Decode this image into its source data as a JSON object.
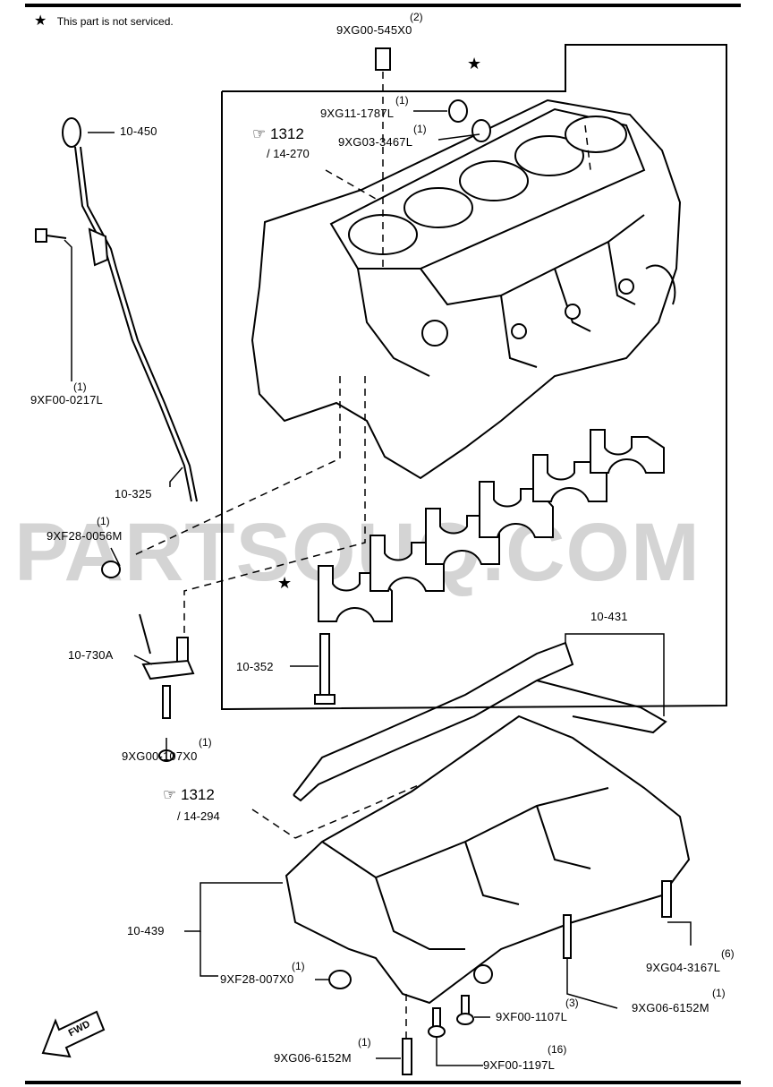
{
  "note": {
    "symbol": "★",
    "text": "This part is not serviced."
  },
  "watermark": "PARTSOUQ.COM",
  "star_symbol": "★",
  "refs": [
    {
      "id": "ref-upper",
      "number": "1312",
      "page": "/ 14-270"
    },
    {
      "id": "ref-lower",
      "number": "1312",
      "page": "/ 14-294"
    }
  ],
  "parts": [
    {
      "id": "9xg00-545x0",
      "qty": "(2)",
      "code": "9XG00-545X0"
    },
    {
      "id": "9xg11-1787l",
      "qty": "(1)",
      "code": "9XG11-1787L"
    },
    {
      "id": "9xg03-3467l",
      "qty": "(1)",
      "code": "9XG03-3467L"
    },
    {
      "id": "10-450",
      "qty": "",
      "code": "10-450"
    },
    {
      "id": "9xf00-0217l",
      "qty": "(1)",
      "code": "9XF00-0217L"
    },
    {
      "id": "10-325",
      "qty": "",
      "code": "10-325"
    },
    {
      "id": "9xf28-0056m",
      "qty": "(1)",
      "code": "9XF28-0056M"
    },
    {
      "id": "10-730a",
      "qty": "",
      "code": "10-730A"
    },
    {
      "id": "10-352",
      "qty": "",
      "code": "10-352"
    },
    {
      "id": "10-431",
      "qty": "",
      "code": "10-431"
    },
    {
      "id": "9xg00-107x0",
      "qty": "(1)",
      "code": "9XG00-107X0"
    },
    {
      "id": "10-439",
      "qty": "",
      "code": "10-439"
    },
    {
      "id": "9xf28-007x0",
      "qty": "(1)",
      "code": "9XF28-007X0"
    },
    {
      "id": "9xg04-3167l",
      "qty": "(6)",
      "code": "9XG04-3167L"
    },
    {
      "id": "9xg06-6152m-a",
      "qty": "(1)",
      "code": "9XG06-6152M"
    },
    {
      "id": "9xf00-1107l",
      "qty": "(3)",
      "code": "9XF00-1107L"
    },
    {
      "id": "9xg06-6152m-b",
      "qty": "(1)",
      "code": "9XG06-6152M"
    },
    {
      "id": "9xf00-1197l",
      "qty": "(16)",
      "code": "9XF00-1197L"
    }
  ],
  "fwd_label": "FWD"
}
